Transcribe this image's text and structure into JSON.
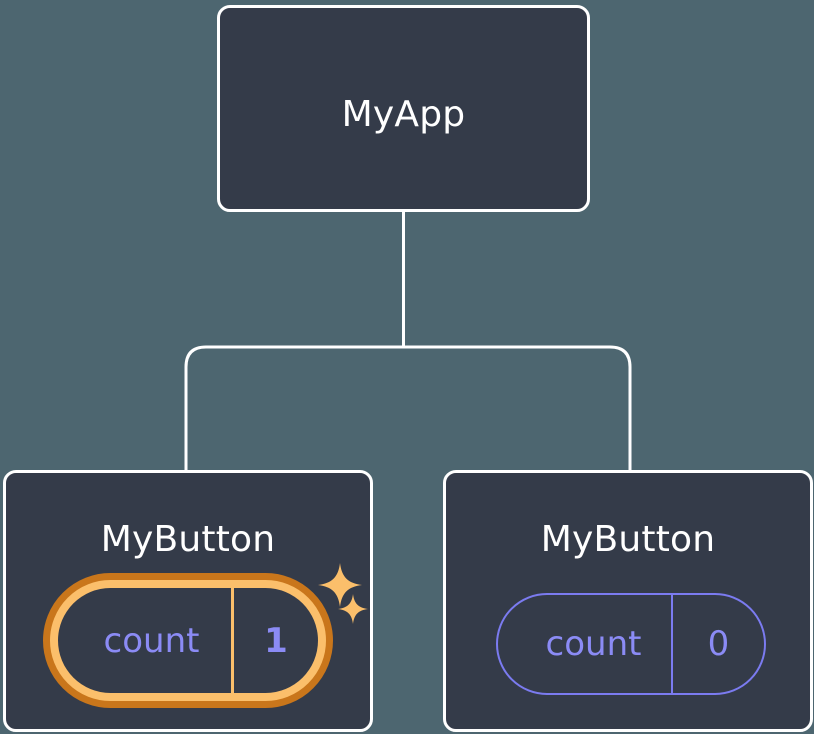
{
  "diagram": {
    "type": "component-tree",
    "background_color": "#4d6670",
    "node_fill_color": "#343b49",
    "node_border_color": "#ffffff",
    "connector_color": "#ffffff",
    "accent_state_color": "#8b8bf5",
    "highlight_color": "#fbbf6b",
    "highlight_ring_color": "#c9761b",
    "root": {
      "label": "MyApp"
    },
    "children": [
      {
        "label": "MyButton",
        "state": {
          "key": "count",
          "value": "1"
        },
        "highlighted": true,
        "sparkles": [
          "sparkle-large",
          "sparkle-small"
        ]
      },
      {
        "label": "MyButton",
        "state": {
          "key": "count",
          "value": "0"
        },
        "highlighted": false,
        "sparkles": []
      }
    ]
  }
}
